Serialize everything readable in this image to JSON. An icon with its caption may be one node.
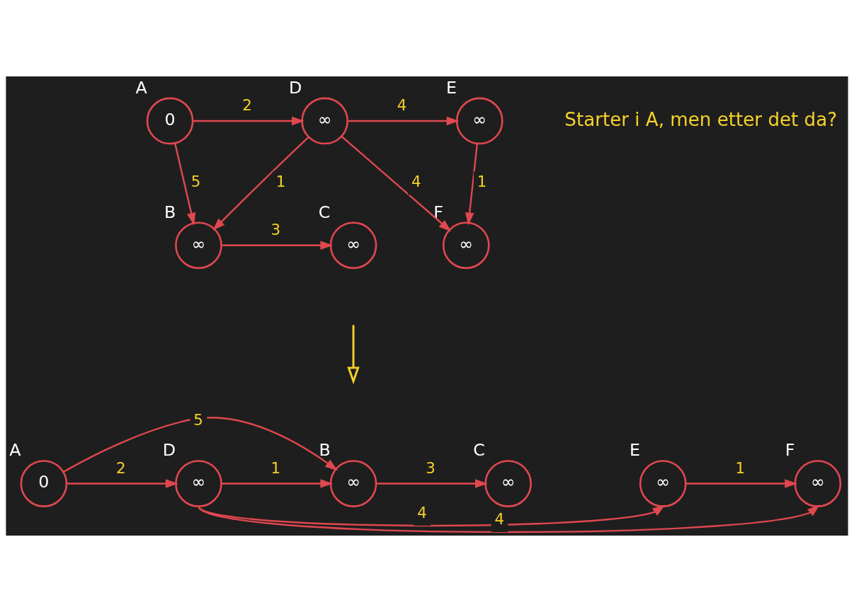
{
  "diagram": {
    "nodes": [
      {
        "text": [
          "0"
        ],
        "beside": [
          "A"
        ]
      },
      {
        "text": [
          "∞"
        ],
        "beside": [
          "D"
        ]
      },
      {
        "text": [
          "∞"
        ],
        "beside": [
          "E"
        ]
      },
      {
        "text": [
          "∞"
        ],
        "beside": [
          "F"
        ]
      },
      {
        "text": [
          "∞"
        ],
        "beside": [
          "B"
        ]
      },
      {
        "text": [
          "∞"
        ],
        "beside": [
          "C"
        ]
      },
      {
        "text": [
          "0"
        ],
        "beside": [
          "A"
        ]
      },
      {
        "text": [
          "∞"
        ],
        "beside": [
          "D"
        ]
      },
      {
        "text": [
          "∞"
        ],
        "beside": [
          "B"
        ]
      },
      {
        "text": [
          "∞"
        ],
        "beside": [
          "C"
        ]
      },
      {
        "text": [
          "∞"
        ],
        "beside": [
          "E"
        ]
      },
      {
        "text": [
          "∞"
        ],
        "beside": [
          "F"
        ]
      }
    ],
    "edges": [
      {
        "from": 0,
        "to": 1,
        "arrow": "to",
        "label": "2"
      },
      {
        "from": 1,
        "to": 2,
        "arrow": "to",
        "label": "4"
      },
      {
        "from": 2,
        "to": 3,
        "arrow": "to",
        "label": "1"
      },
      {
        "from": 1,
        "to": 3,
        "arrow": "to",
        "label": "4"
      },
      {
        "from": 0,
        "to": 4,
        "arrow": "to",
        "label": "5"
      },
      {
        "from": 1,
        "to": 4,
        "arrow": "to",
        "label": "1"
      },
      {
        "from": 4,
        "to": 5,
        "arrow": "to",
        "label": "3"
      },
      {
        "from": 6,
        "to": 8,
        "arrow": "to",
        "label": "5"
      },
      {
        "from": 6,
        "to": 7,
        "arrow": "to",
        "label": "2"
      },
      {
        "from": 7,
        "to": 8,
        "arrow": "to",
        "label": "1"
      },
      {
        "from": 8,
        "to": 9,
        "arrow": "to",
        "label": "3"
      },
      {
        "from": 10,
        "to": 11,
        "arrow": "to",
        "label": "1"
      },
      {
        "from": 7,
        "to": 10,
        "arrow": "to",
        "label": "4"
      },
      {
        "from": 7,
        "to": 11,
        "arrow": "to",
        "label": "4"
      }
    ],
    "labels": [
      "Starter i A, men etter det da?"
    ]
  }
}
